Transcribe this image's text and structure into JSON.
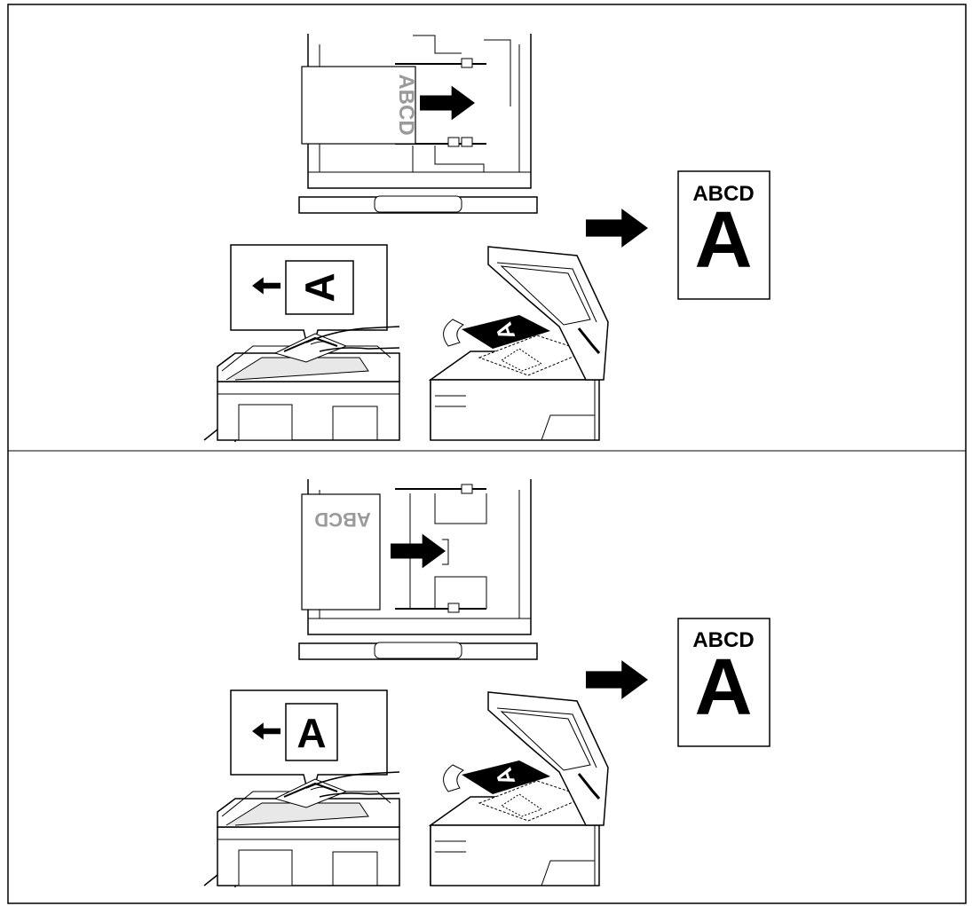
{
  "diagrams": [
    {
      "tray_sheet_label": "ABCD",
      "bubble_glyph": "A",
      "result_page": {
        "heading": "ABCD",
        "glyph": "A"
      }
    },
    {
      "tray_sheet_label": "ABCD",
      "bubble_glyph": "A",
      "result_page": {
        "heading": "ABCD",
        "glyph": "A"
      }
    }
  ]
}
